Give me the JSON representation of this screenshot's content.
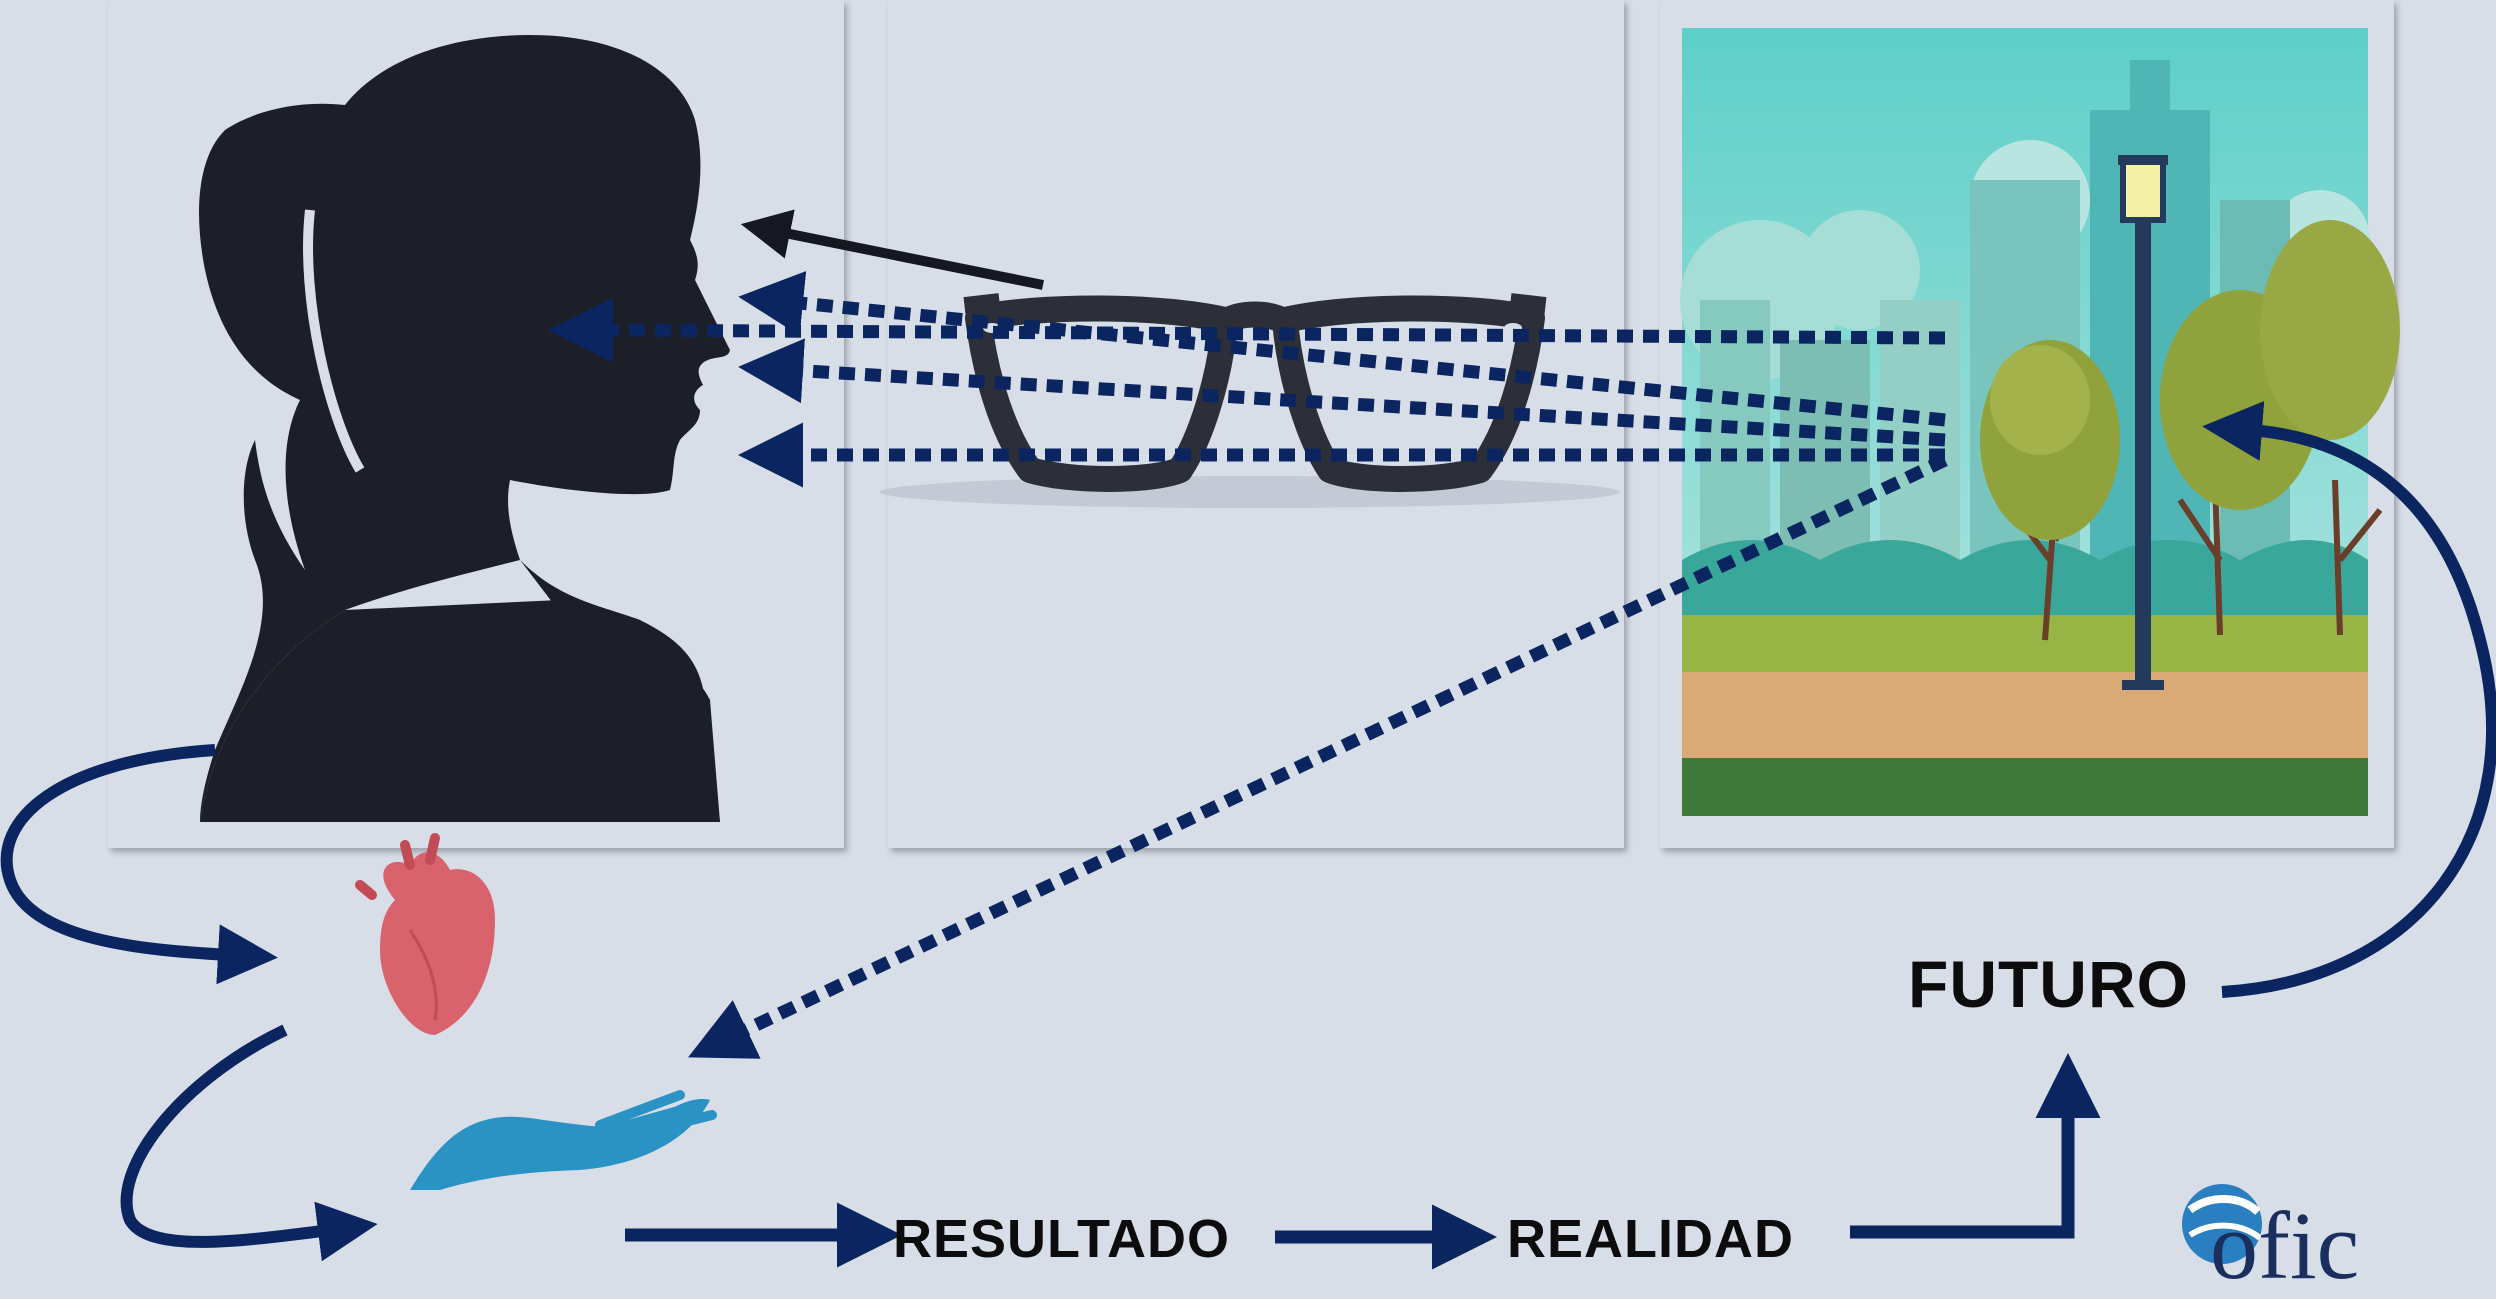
{
  "labels": {
    "futuro": "FUTURO",
    "resultado": "RESULTADO",
    "realidad": "REALIDAD"
  },
  "logo": {
    "text": "ofic"
  },
  "icons": {
    "person": "woman-profile-silhouette-icon",
    "glasses": "eyeglasses-icon",
    "scene": "city-park-illustration",
    "heart": "anatomical-heart-icon",
    "hand": "open-hand-icon"
  },
  "colors": {
    "background": "#d8dee8",
    "arrow_navy": "#0b2560",
    "silhouette": "#1d1f28",
    "glasses": "#2c2f38",
    "heart": "#d9636c",
    "hand": "#2a93c4"
  }
}
